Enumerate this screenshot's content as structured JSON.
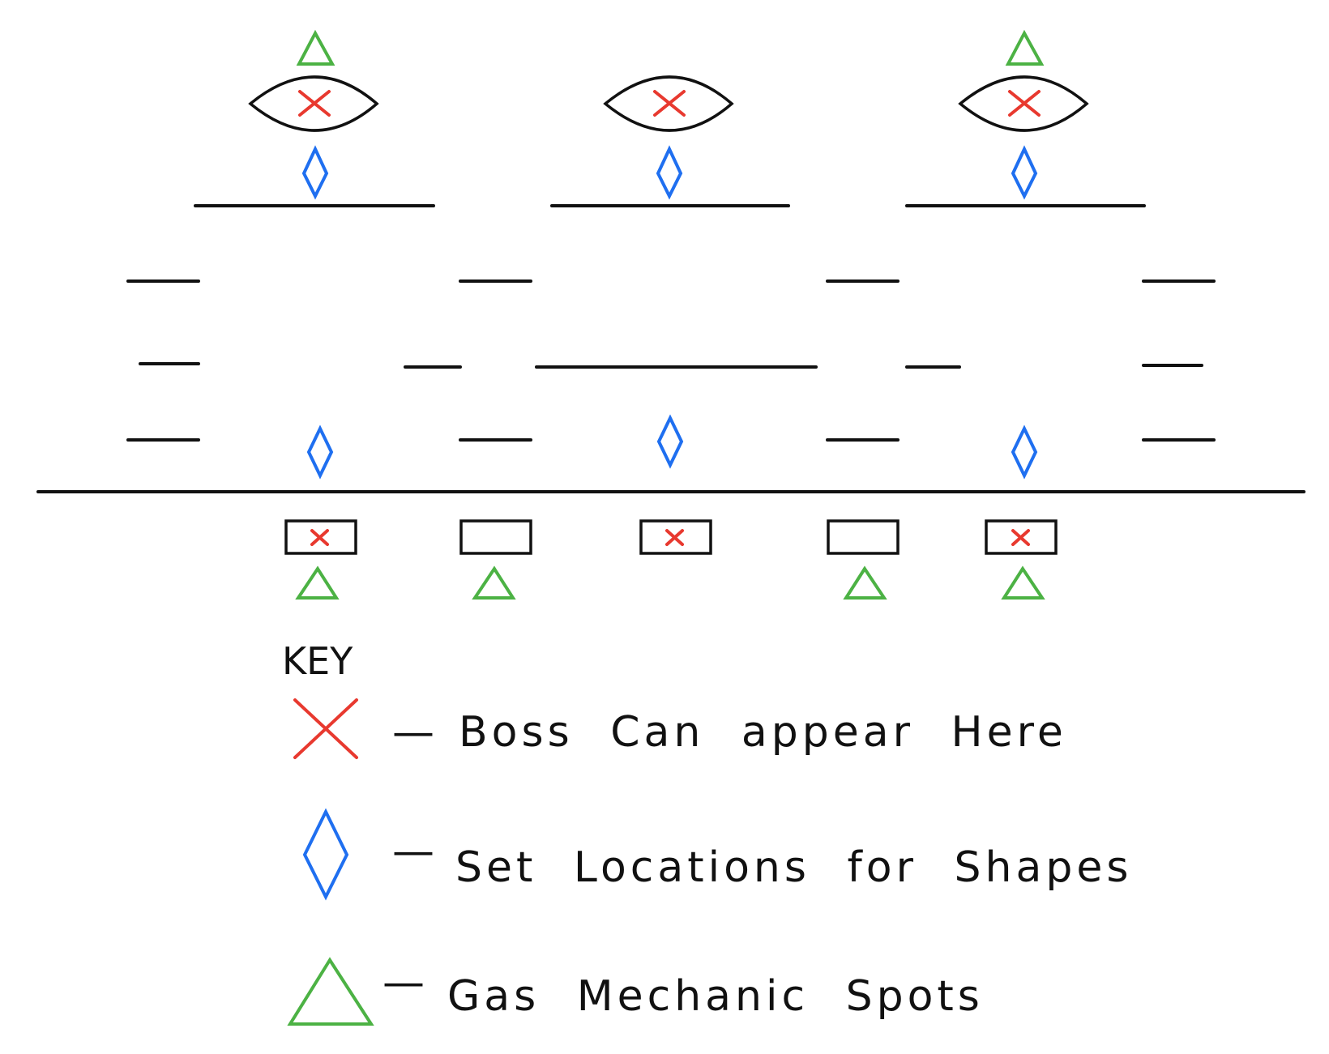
{
  "colors": {
    "ink": "#111111",
    "boss": "#e8392f",
    "shape": "#1f6ff0",
    "gas": "#4cb244",
    "background": "#ffffff"
  },
  "icons": {
    "boss": "red-x-icon",
    "shape": "blue-diamond-icon",
    "gas": "green-triangle-icon"
  },
  "key": {
    "title": "KEY",
    "items": [
      {
        "icon": "red-x-icon",
        "dash": "—",
        "label": "Boss Can appear Here"
      },
      {
        "icon": "blue-diamond-icon",
        "dash": "—",
        "label": "Set Locations for Shapes"
      },
      {
        "icon": "green-triangle-icon",
        "dash": "—",
        "label": "Gas Mechanic Spots"
      }
    ]
  },
  "map": {
    "upper_platforms": [
      {
        "boss": true,
        "shape": true,
        "gas": true
      },
      {
        "boss": true,
        "shape": true,
        "gas": false
      },
      {
        "boss": true,
        "shape": true,
        "gas": true
      }
    ],
    "ground_shape_markers": 3,
    "lower_boxes": [
      {
        "boss": true,
        "gas": true
      },
      {
        "boss": false,
        "gas": true
      },
      {
        "boss": true,
        "gas": false
      },
      {
        "boss": false,
        "gas": true
      },
      {
        "boss": true,
        "gas": true
      }
    ]
  }
}
